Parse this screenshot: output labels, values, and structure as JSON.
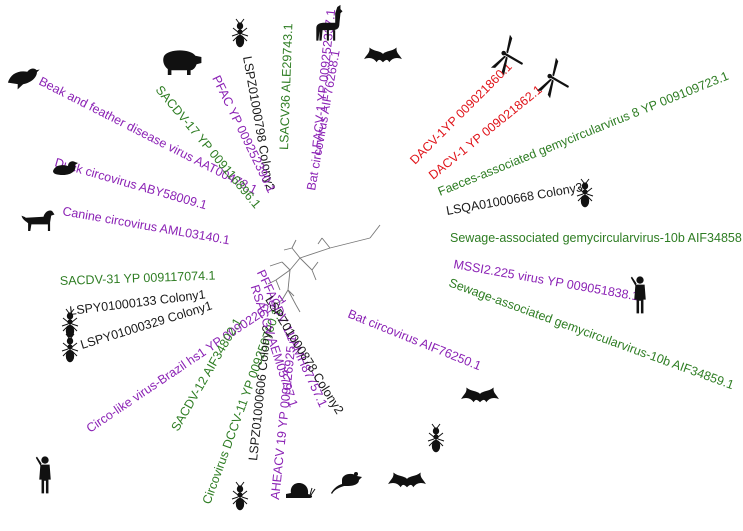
{
  "colors": {
    "black": "#1a1a1a",
    "purple": "#8b22b5",
    "green": "#2e7d23",
    "red": "#e0141a",
    "branch": "#777777",
    "silhouette": "#111111"
  },
  "leaves": [
    {
      "text": "Beak and feather disease virus AAT00478.1",
      "color": "purple",
      "icon": "bird-icon"
    },
    {
      "text": "Duck circovirus ABY58009.1",
      "color": "purple",
      "icon": "duck-icon"
    },
    {
      "text": "Canine circovirus AML03140.1",
      "color": "purple",
      "icon": "dog-icon"
    },
    {
      "text": "SACDV-31 YP 009117074.1",
      "color": "green",
      "icon": ""
    },
    {
      "text": "LSPY01000133 Colony1",
      "color": "black",
      "icon": "termite-icon"
    },
    {
      "text": "LSPY01000329 Colony1",
      "color": "black",
      "icon": "termite-icon"
    },
    {
      "text": "Circo-like virus-Brazil hs1 YP 009022029.1",
      "color": "purple",
      "icon": "human-icon"
    },
    {
      "text": "SACDV-12 AIF34802.1",
      "color": "green",
      "icon": ""
    },
    {
      "text": "Circovirus DCCV-11 YP 009259700.1",
      "color": "green",
      "icon": ""
    },
    {
      "text": "LSPZ01000606 Colony2",
      "color": "black",
      "icon": "termite-icon"
    },
    {
      "text": "AHEACV 19 YP 009126925.1",
      "color": "purple",
      "icon": "snail-icon"
    },
    {
      "text": "RSACGV AEM05797.1",
      "color": "purple",
      "icon": "rat-icon"
    },
    {
      "text": "PFFACDV 11 AMH87757.1",
      "color": "purple",
      "icon": "bat-icon"
    },
    {
      "text": "LSPZ01000878 Colony2",
      "color": "black",
      "icon": "termite-icon"
    },
    {
      "text": "Bat circovirus AIF76250.1",
      "color": "purple",
      "icon": "bat-icon"
    },
    {
      "text": "Sewage-associated gemycircularvirus-10b AIF34859.1",
      "color": "green",
      "icon": ""
    },
    {
      "text": "MSSI2.225 virus YP 009051838.1",
      "color": "purple",
      "icon": "human-icon"
    },
    {
      "text": "Sewage-associated gemycircularvirus-10b AIF34858.1",
      "color": "green",
      "icon": ""
    },
    {
      "text": "LSQA01000668 Colony3",
      "color": "black",
      "icon": "termite-icon"
    },
    {
      "text": "Faeces-associated gemycircularvirus 8 YP 009109723.1",
      "color": "green",
      "icon": ""
    },
    {
      "text": "DACV-1 YP 009021862.1",
      "color": "red",
      "icon": "dragonfly-icon"
    },
    {
      "text": "DACV-1YP 009021860.1",
      "color": "red",
      "icon": "dragonfly-icon"
    },
    {
      "text": "Bat circovirus AIF76268.1",
      "color": "purple",
      "icon": "bat-icon"
    },
    {
      "text": "LFACV-1 YP 009252337.1",
      "color": "purple",
      "icon": "llama-icon"
    },
    {
      "text": "LSACV36 ALE29743.1",
      "color": "green",
      "icon": ""
    },
    {
      "text": "LSPZ01000798 Colony2",
      "color": "black",
      "icon": "termite-icon"
    },
    {
      "text": "PFAC YP 009252390.1",
      "color": "purple",
      "icon": "pig-icon"
    },
    {
      "text": "SACDV-17 YP 009116896.1",
      "color": "green",
      "icon": ""
    }
  ]
}
